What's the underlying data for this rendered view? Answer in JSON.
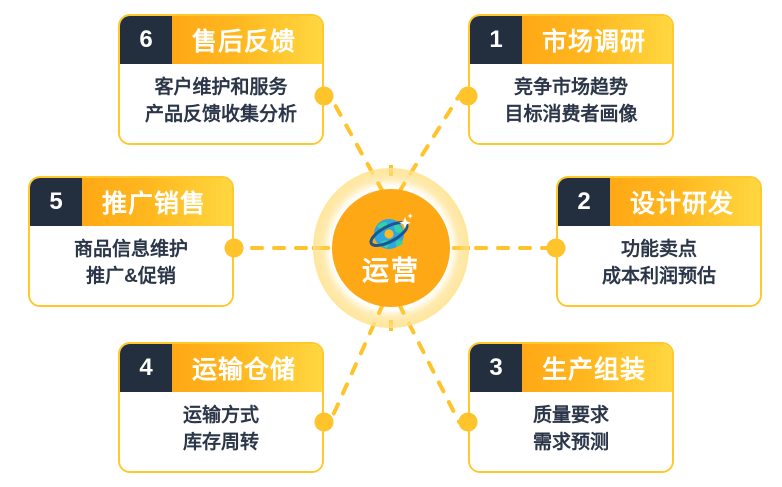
{
  "hub": {
    "label": "运营",
    "icon": "globe-orbit-icon",
    "circle_color": "#FFA815",
    "halo_color": "#FFE28C"
  },
  "palette": {
    "number_block": "#232f3f",
    "title_gradient_start": "#FFA815",
    "title_gradient_end": "#FFD740",
    "card_border": "#FFC82C",
    "connector": "#FFC42B",
    "body_text": "#2b3649"
  },
  "cards": [
    {
      "number": "6",
      "title": "售后反馈",
      "lines": [
        "客户维护和服务",
        "产品反馈收集分析"
      ],
      "position": "top-left"
    },
    {
      "number": "1",
      "title": "市场调研",
      "lines": [
        "竞争市场趋势",
        "目标消费者画像"
      ],
      "position": "top-right"
    },
    {
      "number": "5",
      "title": "推广销售",
      "lines": [
        "商品信息维护",
        "推广&促销"
      ],
      "position": "middle-left"
    },
    {
      "number": "2",
      "title": "设计研发",
      "lines": [
        "功能卖点",
        "成本利润预估"
      ],
      "position": "middle-right"
    },
    {
      "number": "4",
      "title": "运输仓储",
      "lines": [
        "运输方式",
        "库存周转"
      ],
      "position": "bottom-left"
    },
    {
      "number": "3",
      "title": "生产组装",
      "lines": [
        "质量要求",
        "需求预测"
      ],
      "position": "bottom-right"
    }
  ]
}
